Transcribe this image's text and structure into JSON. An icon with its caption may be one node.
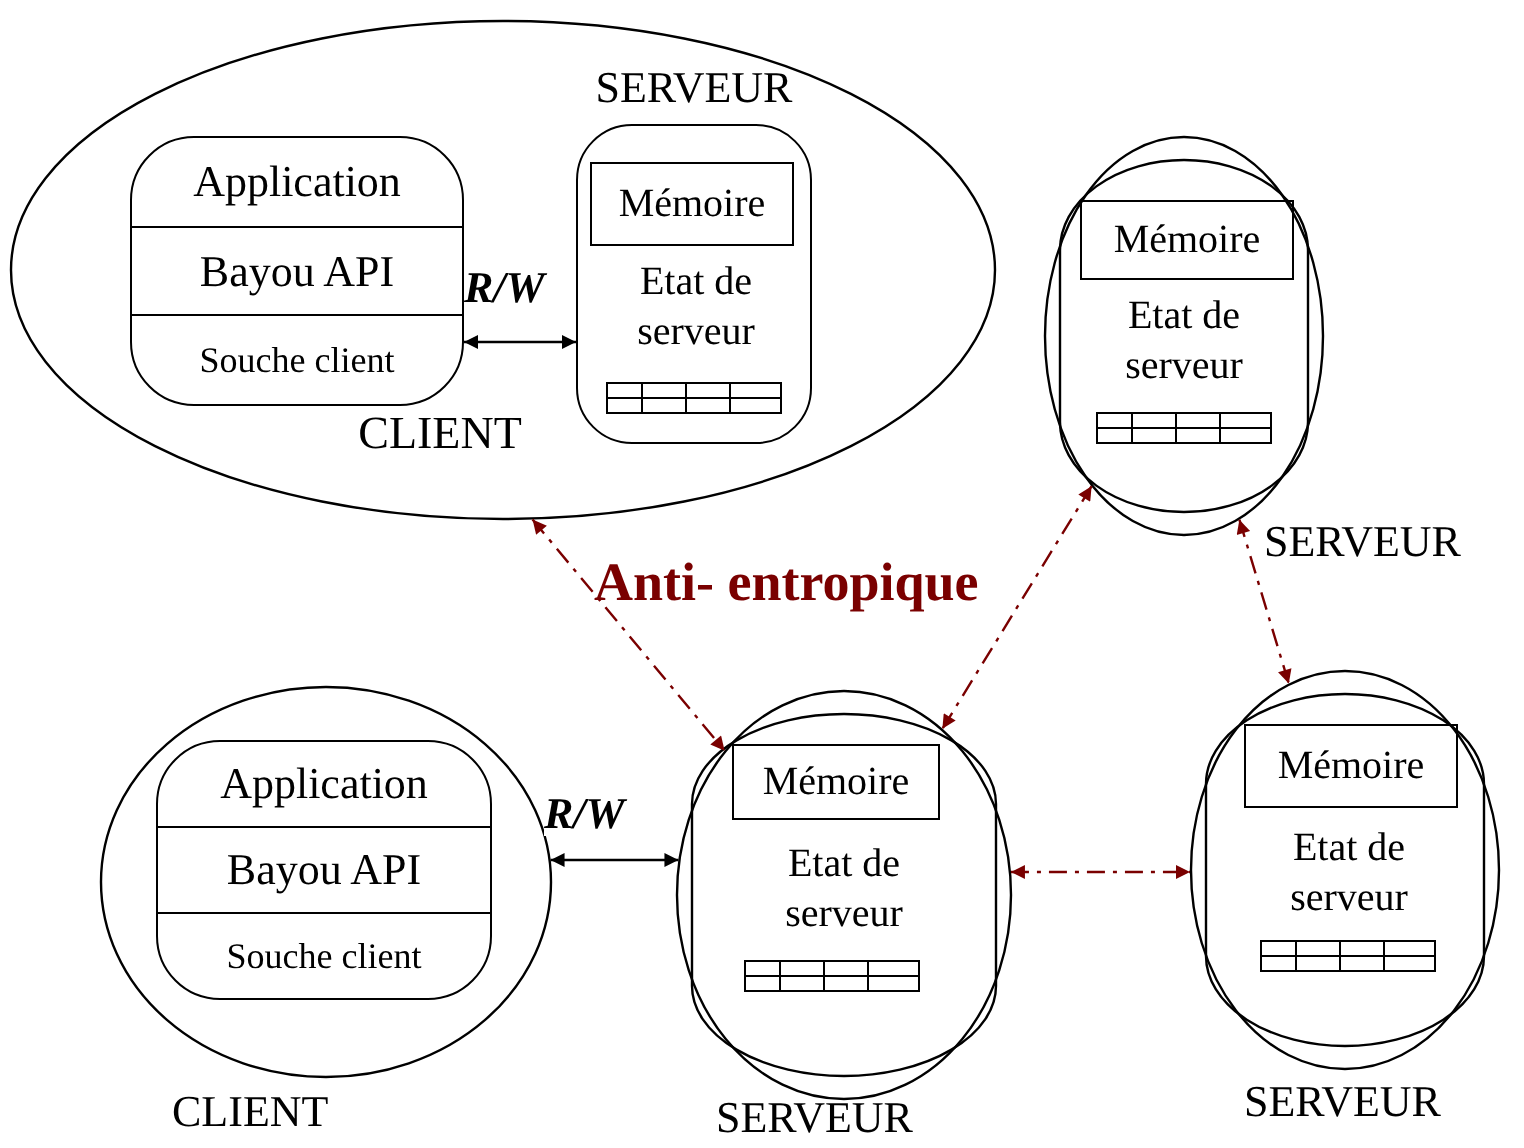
{
  "diagram": {
    "nodes": [
      {
        "text": [
          "CLIENT"
        ]
      },
      {
        "text": [
          "Application",
          "Bayou API",
          "Souche client"
        ],
        "in": 0
      },
      {
        "text": [
          "SERVEUR",
          "Etat de serveur"
        ],
        "in": 0
      },
      {
        "text": [
          "Mémoire"
        ],
        "in": 2
      },
      {
        "text": [
          "Etat de serveur"
        ],
        "beside": [
          "SERVEUR"
        ]
      },
      {
        "text": [
          "Mémoire"
        ],
        "in": 4
      },
      {
        "text": [],
        "shape": "circle",
        "beside": [
          "CLIENT"
        ]
      },
      {
        "text": [
          "Application",
          "Bayou API",
          "Souche client"
        ],
        "in": 6
      },
      {
        "text": [
          "Etat de serveur"
        ],
        "beside": [
          "SERVEUR"
        ]
      },
      {
        "text": [
          "Mémoire"
        ],
        "in": 8
      },
      {
        "text": [
          "Etat de serveur"
        ],
        "beside": [
          "SERVEUR"
        ]
      },
      {
        "text": [
          "Mémoire"
        ],
        "in": 10
      }
    ],
    "edges": [
      {
        "from": 1,
        "to": 2,
        "arrow": "both",
        "label": "R/W",
        "color": "#000000"
      },
      {
        "from": 0,
        "to": 8,
        "arrow": "both",
        "style": "dashed",
        "color": "#7a0000"
      },
      {
        "from": 4,
        "to": 8,
        "arrow": "both",
        "style": "dashed",
        "color": "#7a0000"
      },
      {
        "from": 4,
        "to": 10,
        "arrow": "both",
        "style": "dashed",
        "color": "#7a0000"
      },
      {
        "from": 8,
        "to": 10,
        "arrow": "both",
        "style": "dashed",
        "color": "#7a0000"
      },
      {
        "from": 6,
        "to": 8,
        "arrow": "both",
        "label": "R/W",
        "color": "#000000"
      }
    ],
    "labels": [
      "Anti- entropique"
    ]
  }
}
